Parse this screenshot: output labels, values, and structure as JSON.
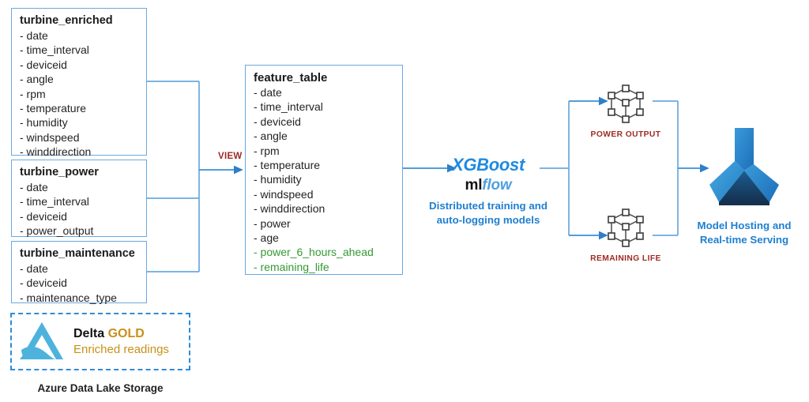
{
  "diagram": {
    "source_tables": [
      {
        "name": "turbine_enriched",
        "fields": [
          "- date",
          "- time_interval",
          "- deviceid",
          "- angle",
          "- rpm",
          "- temperature",
          "- humidity",
          "- windspeed",
          "- winddirection"
        ]
      },
      {
        "name": "turbine_power",
        "fields": [
          "- date",
          "- time_interval",
          "- deviceid",
          "- power_output"
        ]
      },
      {
        "name": "turbine_maintenance",
        "fields": [
          "- date",
          "- deviceid",
          "- maintenance_type"
        ]
      }
    ],
    "feature_table": {
      "name": "feature_table",
      "fields": [
        {
          "label": "- date",
          "highlight": false
        },
        {
          "label": "- time_interval",
          "highlight": false
        },
        {
          "label": "- deviceid",
          "highlight": false
        },
        {
          "label": "- angle",
          "highlight": false
        },
        {
          "label": "- rpm",
          "highlight": false
        },
        {
          "label": "- temperature",
          "highlight": false
        },
        {
          "label": "- humidity",
          "highlight": false
        },
        {
          "label": "- windspeed",
          "highlight": false
        },
        {
          "label": "- winddirection",
          "highlight": false
        },
        {
          "label": "- power",
          "highlight": false
        },
        {
          "label": "- age",
          "highlight": false
        },
        {
          "label": "- power_6_hours_ahead",
          "highlight": true
        },
        {
          "label": "- remaining_life",
          "highlight": true
        }
      ]
    },
    "view_edge_label": "VIEW",
    "training": {
      "xgboost_label": "XGBoost",
      "mlflow_prefix": "ml",
      "mlflow_suffix": "flow",
      "caption_line1": "Distributed training and",
      "caption_line2": "auto-logging models"
    },
    "models": [
      {
        "label": "POWER OUTPUT",
        "icon": "neural-network-cube-icon"
      },
      {
        "label": "REMAINING LIFE",
        "icon": "neural-network-cube-icon"
      }
    ],
    "serving": {
      "icon": "azure-machine-learning-icon",
      "caption_line1": "Model Hosting and",
      "caption_line2": "Real-time Serving"
    },
    "storage": {
      "logo": "delta-lake-icon",
      "title_black": "Delta ",
      "title_gold": "GOLD",
      "subtitle": "Enriched readings",
      "footer": "Azure Data Lake Storage"
    },
    "colors": {
      "box_border": "#6aa9e0",
      "wire": "#3b8fd4",
      "accent_red": "#9e2a23",
      "accent_blue": "#1f7fd0",
      "highlight_green": "#339933",
      "gold": "#c8901a"
    }
  }
}
